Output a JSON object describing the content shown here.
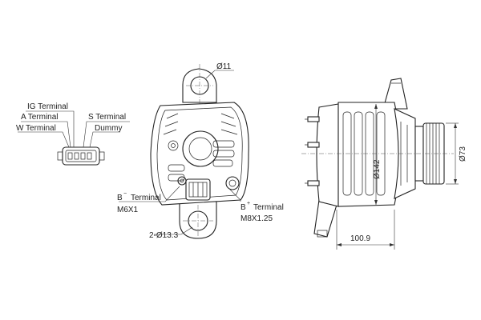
{
  "labels": {
    "ig_terminal": "IG Terminal",
    "a_terminal": "A Terminal",
    "w_terminal": "W Terminal",
    "s_terminal": "S Terminal",
    "dummy": "Dummy",
    "b_minus_letter": "B",
    "b_minus_sign": "−",
    "b_minus_word": "Terminal",
    "b_minus_thread": "M6X1",
    "b_plus_letter": "B",
    "b_plus_sign": "+",
    "b_plus_word": "Terminal",
    "b_plus_thread": "M8X1.25"
  },
  "dimensions": {
    "hole_top": "Ø11",
    "hole_bottom": "2-Ø13.3",
    "body_dia": "Ø142",
    "pulley_dia": "Ø73",
    "length": "100.9"
  },
  "colors": {
    "line": "#222222",
    "background": "#ffffff"
  }
}
